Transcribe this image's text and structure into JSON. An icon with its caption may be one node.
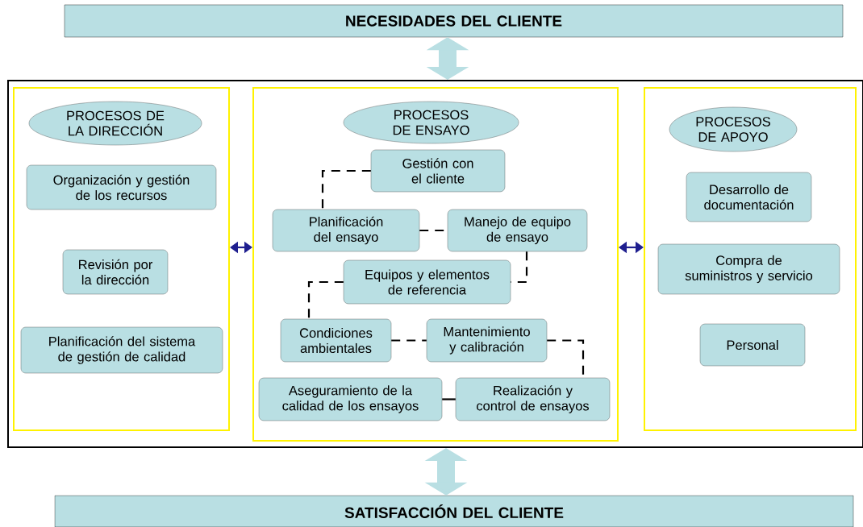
{
  "diagram": {
    "nodes": [
      {
        "text": [
          "NECESIDADES DEL CLIENTE"
        ]
      },
      {
        "text": [],
        "shape": "box"
      },
      {
        "text": [],
        "shape": "box",
        "in": 1
      },
      {
        "text": [
          "PROCESOS DE LA DIRECCIÓN"
        ],
        "in": 2
      },
      {
        "text": [
          "Organización y gestión de los recursos"
        ],
        "in": 2
      },
      {
        "text": [
          "Revisión por la dirección"
        ],
        "in": 2
      },
      {
        "text": [
          "Planificación del sistema de gestión de calidad"
        ],
        "in": 2
      },
      {
        "text": [],
        "shape": "box",
        "in": 1
      },
      {
        "text": [
          "PROCESOS DE ENSAYO"
        ],
        "in": 7
      },
      {
        "text": [
          "Gestión con el cliente"
        ],
        "in": 7
      },
      {
        "text": [
          "Planificación del ensayo"
        ],
        "in": 7
      },
      {
        "text": [
          "Manejo de equipo de ensayo"
        ],
        "in": 7
      },
      {
        "text": [
          "Equipos y elementos de referencia"
        ],
        "in": 7
      },
      {
        "text": [
          "Condiciones ambientales"
        ],
        "in": 7
      },
      {
        "text": [
          "Mantenimiento y calibración"
        ],
        "in": 7
      },
      {
        "text": [
          "Aseguramiento de la calidad de los ensayos"
        ],
        "in": 7
      },
      {
        "text": [
          "Realización y control de ensayos"
        ],
        "in": 7
      },
      {
        "text": [],
        "shape": "box",
        "in": 1
      },
      {
        "text": [
          "PROCESOS DE APOYO"
        ],
        "in": 17
      },
      {
        "text": [
          "Desarrollo de documentación"
        ],
        "in": 17
      },
      {
        "text": [
          "Compra de suministros y servicio"
        ],
        "in": 17
      },
      {
        "text": [
          "Personal"
        ],
        "in": 17
      },
      {
        "text": [
          "SATISFACCIÓN DEL CLIENTE"
        ]
      }
    ],
    "edges": [
      {
        "from": 0,
        "to": 1,
        "arrow": "both",
        "style": "thick",
        "color": "#b9dfe3"
      },
      {
        "from": 2,
        "to": 7,
        "arrow": "both",
        "color": "#1f1f8f"
      },
      {
        "from": 7,
        "to": 17,
        "arrow": "both",
        "color": "#1f1f8f"
      },
      {
        "from": 9,
        "to": 10,
        "arrow": "none",
        "style": "dashed"
      },
      {
        "from": 10,
        "to": 11,
        "arrow": "none",
        "style": "dashed"
      },
      {
        "from": 11,
        "to": 12,
        "arrow": "none",
        "style": "dashed"
      },
      {
        "from": 12,
        "to": 13,
        "arrow": "none",
        "style": "dashed"
      },
      {
        "from": 13,
        "to": 14,
        "arrow": "none",
        "style": "dashed"
      },
      {
        "from": 14,
        "to": 16,
        "arrow": "none",
        "style": "dashed"
      },
      {
        "from": 15,
        "to": 16,
        "arrow": "none"
      },
      {
        "from": 1,
        "to": 22,
        "arrow": "both",
        "style": "thick",
        "color": "#b9dfe3"
      }
    ]
  }
}
